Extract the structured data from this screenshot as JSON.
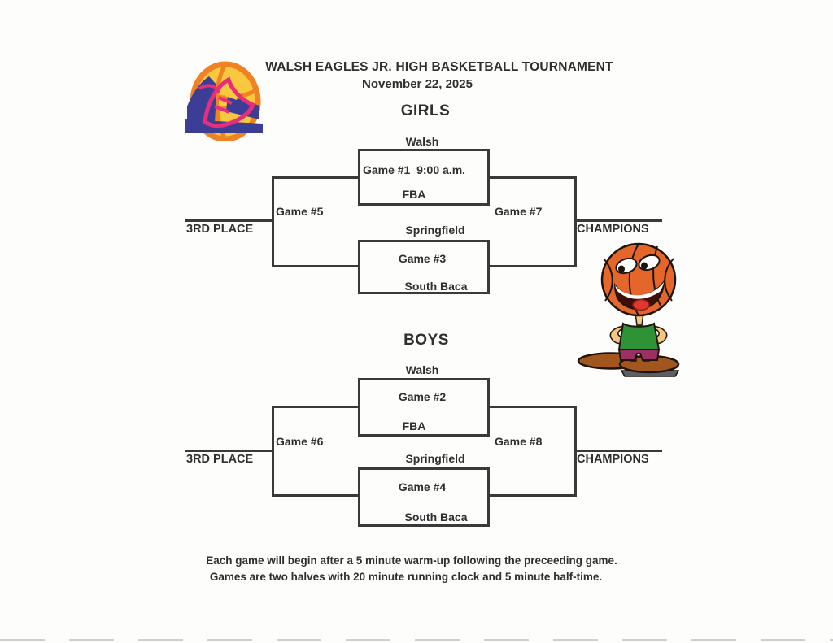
{
  "header": {
    "title": "WALSH EAGLES JR. HIGH BASKETBALL TOURNAMENT",
    "date": "November 22, 2025"
  },
  "brackets": [
    {
      "heading": "GIRLS",
      "top_game": {
        "team_top": "Walsh",
        "label": "Game #1  9:00 a.m.",
        "team_bottom": "FBA"
      },
      "bottom_game": {
        "team_top": "Springfield",
        "label": "Game #3",
        "team_bottom": "South Baca"
      },
      "consolation": {
        "label": "Game #5",
        "result_label": "3RD PLACE"
      },
      "final": {
        "label": "Game #7",
        "result_label": "CHAMPIONS"
      }
    },
    {
      "heading": "BOYS",
      "top_game": {
        "team_top": "Walsh",
        "label": "Game #2",
        "team_bottom": "FBA"
      },
      "bottom_game": {
        "team_top": "Springfield",
        "label": "Game #4",
        "team_bottom": "South Baca"
      },
      "consolation": {
        "label": "Game #6",
        "result_label": "3RD PLACE"
      },
      "final": {
        "label": "Game #8",
        "result_label": "CHAMPIONS"
      }
    }
  ],
  "footer": {
    "note1": "Each game will begin after a 5 minute warm-up following the preceeding game.",
    "note2": "Games are two halves with 20 minute running clock and 5 minute half-time."
  },
  "artwork": {
    "logo": "basketball-and-sneaker-clipart",
    "mascot": "basketball-head-player-clipart",
    "colors": {
      "ink": "#2f2f2f",
      "line": "#3a3a3a",
      "ball_orange": "#e4662a",
      "logo_yellow": "#f8c93e",
      "logo_orange": "#ef8222",
      "logo_navy": "#3c3e96",
      "logo_magenta": "#e62e7d",
      "jersey_green": "#2f9235",
      "shorts_maroon": "#9c2f63",
      "skin_tan": "#f2c77f",
      "shoe_brown": "#a0561d"
    }
  }
}
